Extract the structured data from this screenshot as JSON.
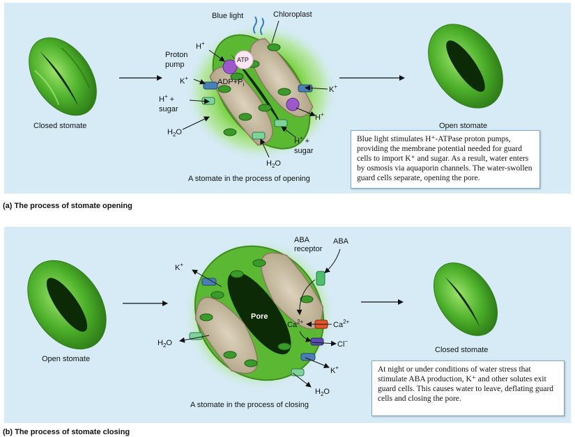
{
  "panel_a": {
    "caption": "(a) The process of stomate opening",
    "left_label": "Closed stomate",
    "right_label": "Open stomate",
    "center_caption": "A stomate in the process of opening",
    "labels": {
      "blue_light": "Blue light",
      "chloroplast": "Chloroplast",
      "h_plus_top": "H",
      "proton": "Proton",
      "pump": "pump",
      "atp": "ATP",
      "adp": "ADP+P",
      "k_left": "K",
      "h_sugar_left_1": "H",
      "h_sugar_left_2": "sugar",
      "h2o_left": "H",
      "k_right": "K",
      "h_right": "H",
      "h_sugar_right_1": "H",
      "h_sugar_right_2": "sugar",
      "h2o_bottom": "H"
    },
    "note": "Blue light stimulates H⁺-ATPase proton pumps, providing the membrane potential needed for guard cells to import K⁺ and sugar. As a result, water enters by osmosis via aquaporin channels. The water-swollen guard cells separate, opening the pore."
  },
  "panel_b": {
    "caption": "(b) The process of stomate closing",
    "left_label": "Open stomate",
    "right_label": "Closed stomate",
    "center_caption": "A stomate in the process of closing",
    "labels": {
      "aba_receptor_1": "ABA",
      "aba_receptor_2": "receptor",
      "aba": "ABA",
      "k_top": "K",
      "pore": "Pore",
      "ca_left": "Ca",
      "ca_right": "Ca",
      "cl": "Cl",
      "h2o_left": "H",
      "k_bottom": "K",
      "h2o_bottom": "H"
    },
    "note": "At night or under conditions of water stress that stimulate ABA production, K⁺ and other solutes exit guard cells. This causes water to leave, deflating guard cells and closing the pore."
  },
  "colors": {
    "panel_bg": "#d6ebf6",
    "leaf_green": "#4caf2a",
    "cytoplasm": "#cbbfa6",
    "chloroplast": "#3a9a2a",
    "pump_purple": "#9b59c9",
    "channel_blue": "#4a7fb5"
  }
}
